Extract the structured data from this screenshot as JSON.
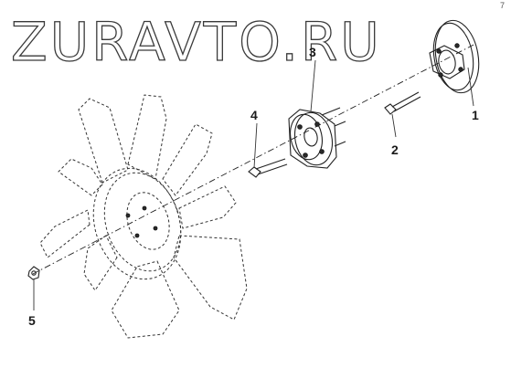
{
  "watermark": {
    "text": "ZURAVTO.RU",
    "corner_mark": "7"
  },
  "callouts": [
    {
      "id": "1",
      "label": "1"
    },
    {
      "id": "2",
      "label": "2"
    },
    {
      "id": "3",
      "label": "3"
    },
    {
      "id": "4",
      "label": "4"
    },
    {
      "id": "5",
      "label": "5"
    }
  ]
}
